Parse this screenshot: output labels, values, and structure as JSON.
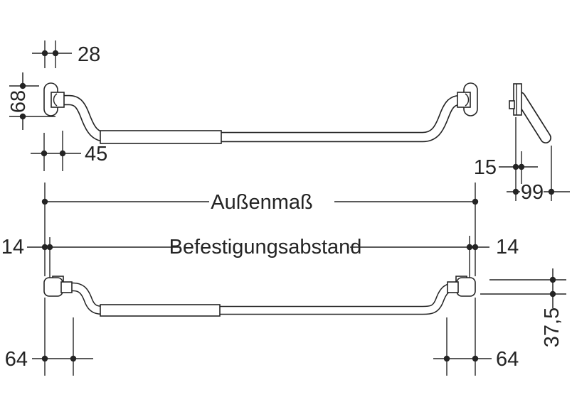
{
  "colors": {
    "ink": "#242424",
    "background": "#ffffff"
  },
  "front_view": {
    "dim_rosette_width": "28",
    "dim_rosette_height": "68",
    "dim_bracket_depth": "45"
  },
  "side_view": {
    "dim_plate_offset": "15",
    "dim_projection": "99"
  },
  "top_view": {
    "outer_dimension_label": "Außenmaß",
    "mounting_distance_label": "Befestigungsabstand",
    "dim_edge_left": "14",
    "dim_edge_right": "14",
    "dim_end_left": "64",
    "dim_end_right": "64",
    "dim_plate_width": "37,5"
  }
}
